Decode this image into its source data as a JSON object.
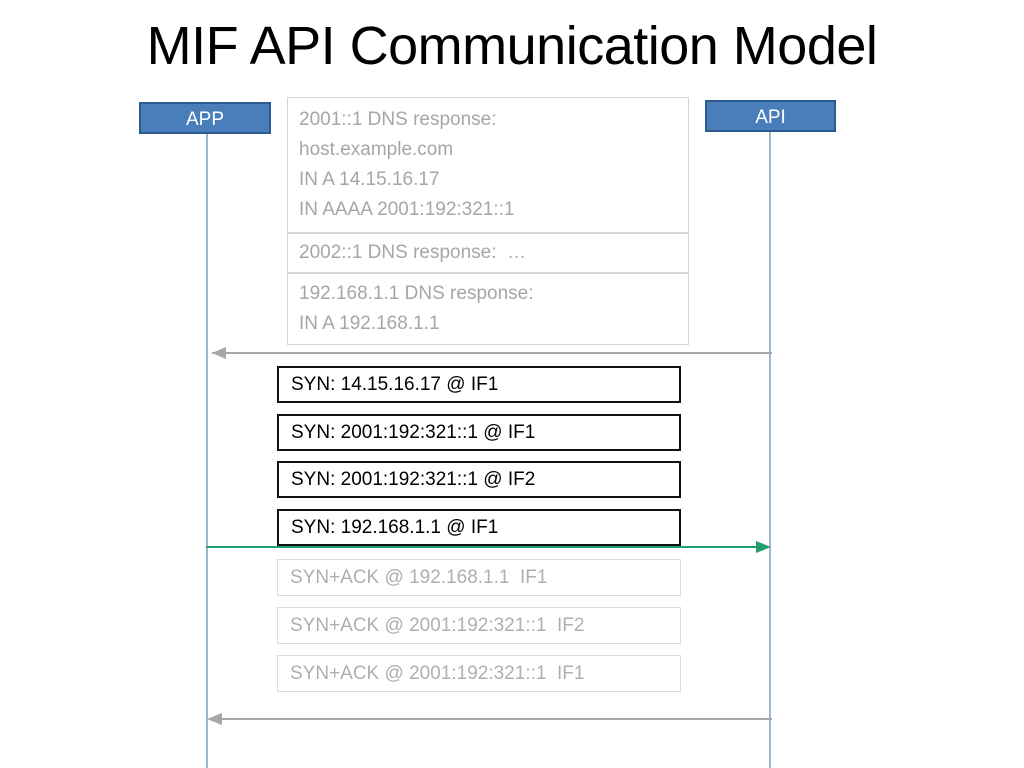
{
  "slide": {
    "title": "MIF API Communication Model"
  },
  "actors": {
    "left": {
      "label": "APP",
      "fill": "#4A7EBB",
      "border": "#2E5B8F",
      "text_color": "#FFFFFF"
    },
    "right": {
      "label": "API",
      "fill": "#4A7EBB",
      "border": "#2E5B8F",
      "text_color": "#FFFFFF"
    }
  },
  "dns_boxes": [
    {
      "name": "dns-response-2001",
      "lines": [
        "2001::1 DNS response:",
        "host.example.com",
        "IN A 14.15.16.17",
        "IN AAAA 2001:192:321::1"
      ]
    },
    {
      "name": "dns-response-2002",
      "lines": [
        "2002::1 DNS response:  …"
      ]
    },
    {
      "name": "dns-response-192",
      "lines": [
        "192.168.1.1 DNS response:",
        "IN A 192.168.1.1"
      ]
    }
  ],
  "syn_boxes": [
    {
      "name": "syn-14-15-16-17-if1",
      "text": "SYN: 14.15.16.17 @ IF1"
    },
    {
      "name": "syn-2001-192-321-1-if1",
      "text": "SYN: 2001:192:321::1 @ IF1"
    },
    {
      "name": "syn-2001-192-321-1-if2",
      "text": "SYN: 2001:192:321::1 @ IF2"
    },
    {
      "name": "syn-192-168-1-1-if1",
      "text": "SYN: 192.168.1.1 @ IF1"
    }
  ],
  "ack_boxes": [
    {
      "name": "synack-192-168-1-1-if1",
      "text": "SYN+ACK @ 192.168.1.1  IF1"
    },
    {
      "name": "synack-2001-192-321-1-if2",
      "text": "SYN+ACK @ 2001:192:321::1  IF2"
    },
    {
      "name": "synack-2001-192-321-1-if1",
      "text": "SYN+ACK @ 2001:192:321::1  IF1"
    }
  ],
  "arrows": [
    {
      "name": "dns-response-arrow",
      "direction": "left",
      "color": "#A6A6A6"
    },
    {
      "name": "syn-send-arrow",
      "direction": "right",
      "color": "#22A06B"
    },
    {
      "name": "ack-return-arrow",
      "direction": "left",
      "color": "#A6A6A6"
    }
  ],
  "colors": {
    "actor_fill": "#4A7EBB",
    "actor_border": "#2E5B8F",
    "lifeline": "#9FB6CD",
    "grey_text": "#A6A6A6",
    "green_arrow": "#22A06B",
    "grey_arrow": "#A6A6A6",
    "syn_border": "#111111"
  }
}
